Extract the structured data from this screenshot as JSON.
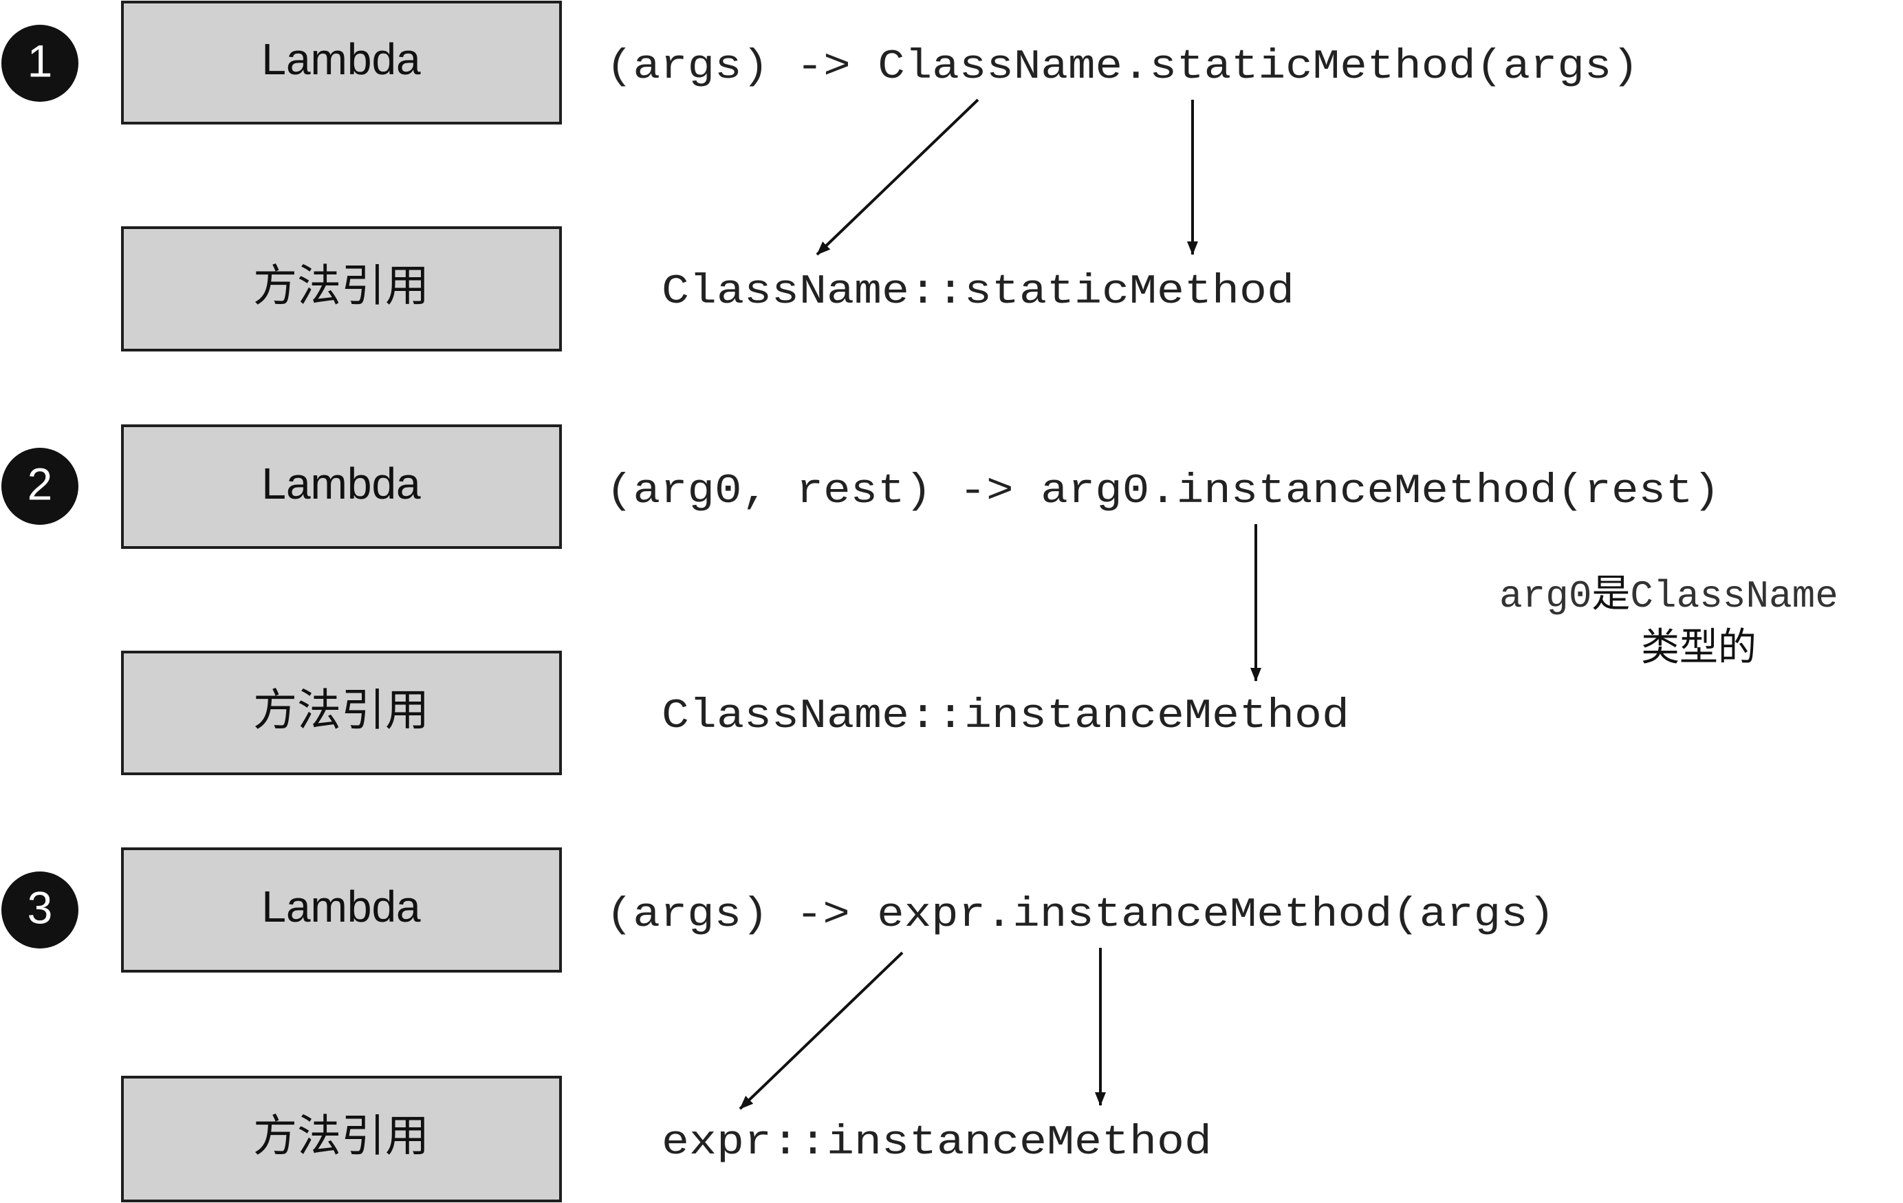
{
  "colors": {
    "box_fill": "#d1d1d1",
    "box_border": "#1e1e1e",
    "badge_fill": "#111111",
    "badge_text": "#ffffff",
    "text": "#222222"
  },
  "rows": [
    {
      "number": "1",
      "lambda_label": "Lambda",
      "method_ref_label": "方法引用",
      "lambda_code": "(args) -> ClassName.staticMethod(args)",
      "method_ref_code": "ClassName::staticMethod"
    },
    {
      "number": "2",
      "lambda_label": "Lambda",
      "method_ref_label": "方法引用",
      "lambda_code": "(arg0, rest) -> arg0.instanceMethod(rest)",
      "method_ref_code": "ClassName::instanceMethod",
      "note_line1_code": "arg0",
      "note_line1_text": "是",
      "note_line1_code2": "ClassName",
      "note_line2": "类型的"
    },
    {
      "number": "3",
      "lambda_label": "Lambda",
      "method_ref_label": "方法引用",
      "lambda_code": "(args) -> expr.instanceMethod(args)",
      "method_ref_code": "expr::instanceMethod"
    }
  ]
}
